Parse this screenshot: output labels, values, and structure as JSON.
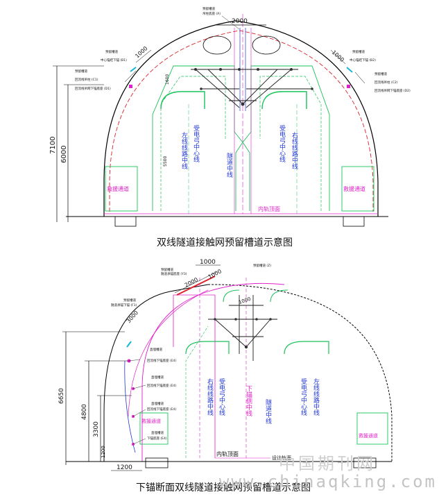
{
  "diagram1": {
    "caption": "双线隧道接触网预留槽道示意图",
    "dims": {
      "top_width": "2000",
      "height_total": "7100",
      "height_inner": "6000",
      "span_a": "5500",
      "span_b": "1600"
    },
    "side_slots": [
      "1000",
      "1000"
    ],
    "labels": {
      "left_box": "救援通道",
      "right_box": "救援通道",
      "rail": "内轨顶面",
      "col_left": "左线线路中线",
      "col_left2": "受电弓中心线",
      "col_mid": "隧道中线",
      "col_right": "受电弓中心线",
      "col_right2": "右线线路中线"
    },
    "callouts_left": [
      "预留槽道",
      "中心锚结下锚 (B1)",
      "预留槽道",
      "回流线吊柱 (C1)",
      "回流线吊网下锚底座 (D1)"
    ],
    "callouts_right": [
      "预留槽道",
      "中心锚结下锚 (B2)",
      "预留槽道",
      "回流线吊柱 (C2)",
      "回流线吊网下锚底座 (D2)"
    ],
    "callouts_top": [
      "预留槽道",
      "吊柱底座 (A)"
    ]
  },
  "diagram2": {
    "caption": "下锚断面双线隧道接触网预留槽道示意图",
    "dims": {
      "top": "1000",
      "slot_a": "2000",
      "slot_b": "1000",
      "arc_a": "3000",
      "height_total": "6650",
      "h1": "4800",
      "h2": "3300",
      "h3": "1200",
      "w_bottom": "1200",
      "inner": "1000"
    },
    "labels": {
      "left_box": "救援通道",
      "right_box": "救援通道",
      "rail_left": "内轨顶面",
      "rail_right": "设计轨面",
      "col1": "右线线路中线",
      "col2": "受电弓中心线",
      "col3": "下锚侧中线",
      "col4": "隧道中线",
      "col5": "受电弓中心线",
      "col6": "左线线路中线"
    },
    "callouts": [
      "预留槽道",
      "隧道承锚底座 (Y3)",
      "预留槽道",
      "隧道承锚下锚 (F1)",
      "直埋槽道",
      "回流线下锚底座 (E4)",
      "直埋槽道",
      "回流线下锚底座 (E4)",
      "直埋槽道",
      "回流线下锚底座 (E4)",
      "直埋槽道",
      "下锚底座 (E4)",
      "预留槽道 (Z)"
    ]
  },
  "watermark": {
    "cn": "中国期刊网",
    "url": "www.chinaqking.com"
  },
  "colors": {
    "arc": "#000000",
    "inner_dash": "#e0202a",
    "green": "#19c25a",
    "magenta": "#e020c8",
    "blue": "#1f35d6",
    "dim": "#1a1a1a",
    "cyan": "#18b4d8"
  }
}
